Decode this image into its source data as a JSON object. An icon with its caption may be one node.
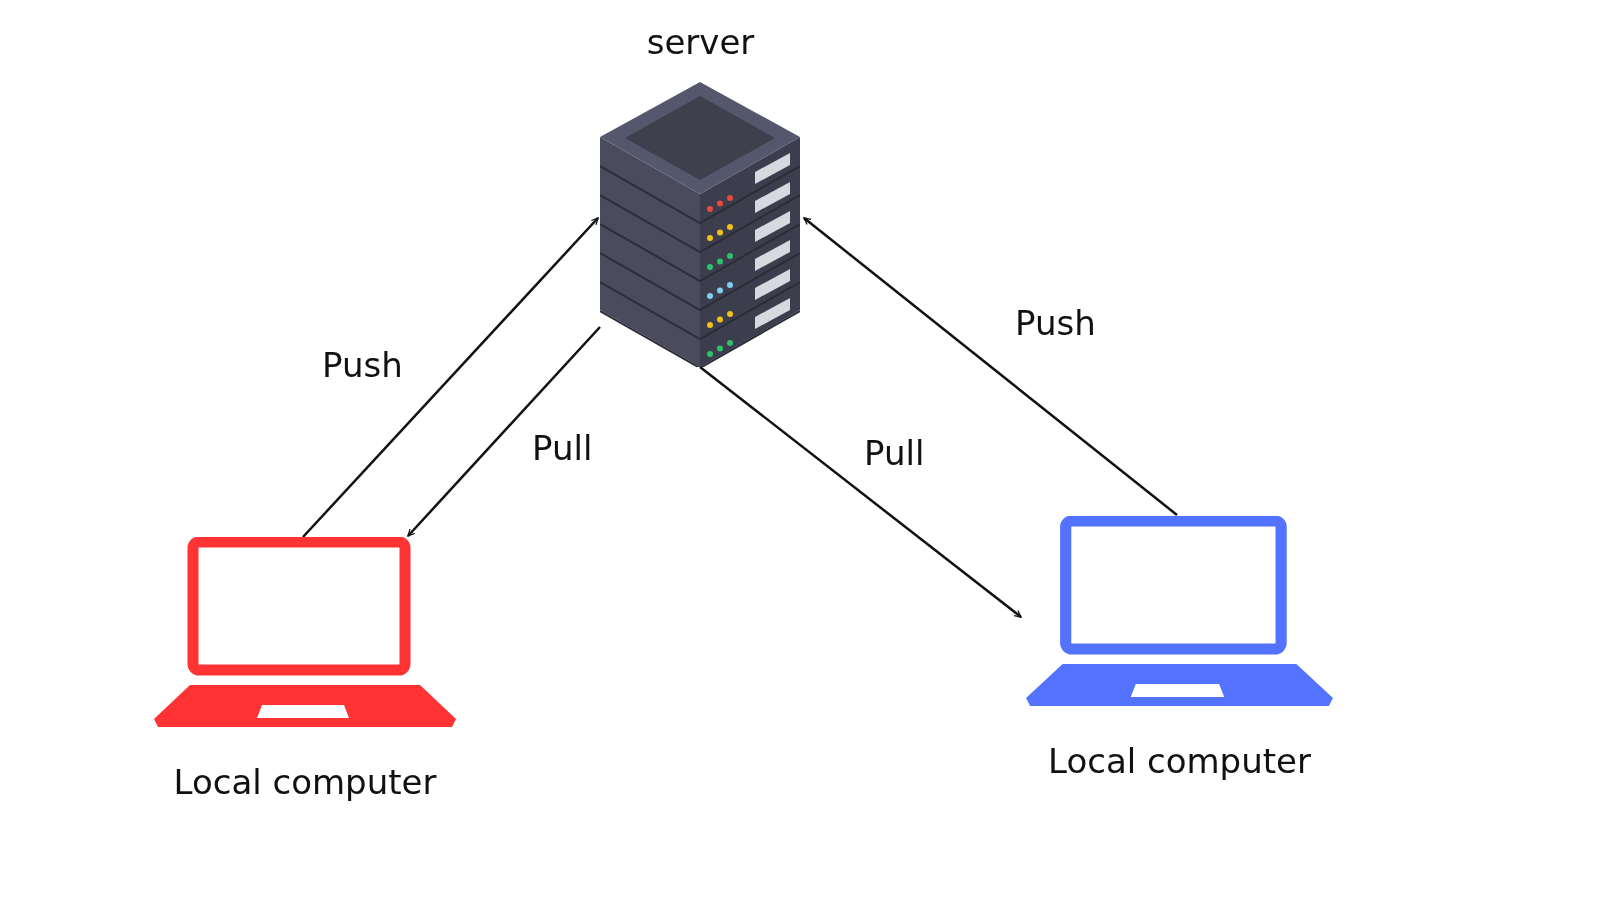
{
  "diagram": {
    "nodes": [
      {
        "text": [
          "server"
        ]
      },
      {
        "text": [
          "Local computer"
        ]
      },
      {
        "text": [
          "Local computer"
        ]
      }
    ],
    "edges": [
      {
        "from": 1,
        "to": 0,
        "arrow": "to",
        "label": "Push"
      },
      {
        "from": 0,
        "to": 1,
        "arrow": "to",
        "label": "Pull"
      },
      {
        "from": 0,
        "to": 2,
        "arrow": "to",
        "label": "Pull"
      },
      {
        "from": 2,
        "to": 0,
        "arrow": "to",
        "label": "Push"
      }
    ]
  }
}
